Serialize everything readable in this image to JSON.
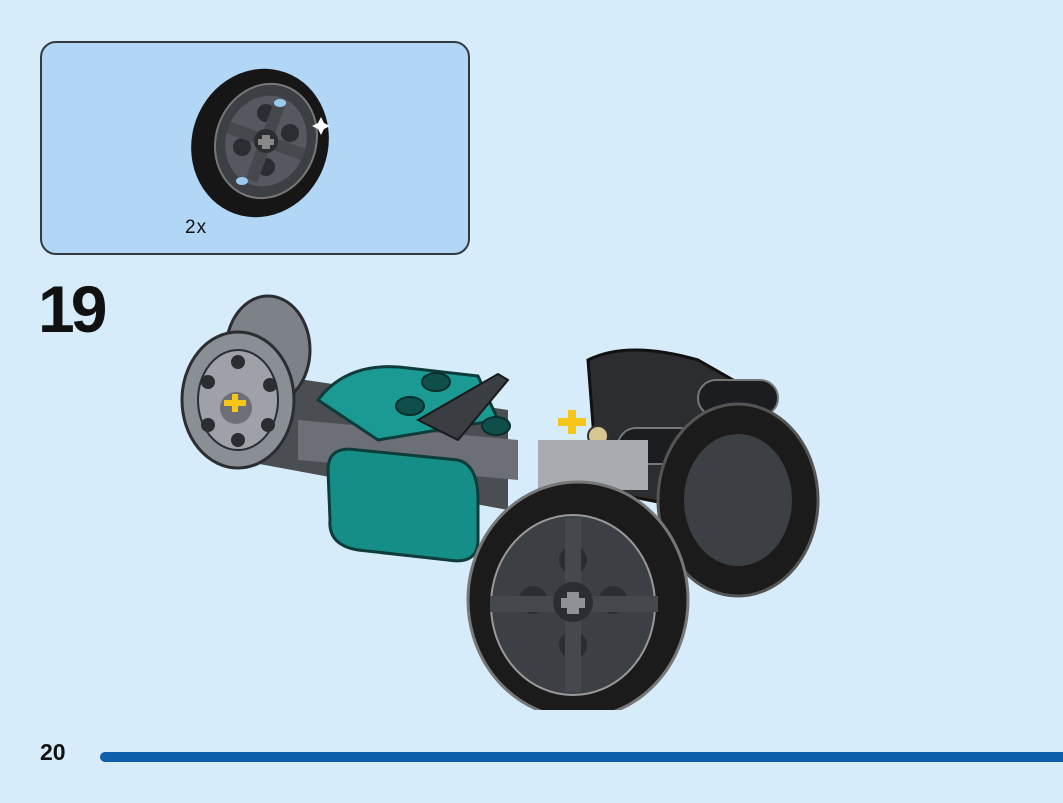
{
  "parts_callout": {
    "quantity_label": "2x",
    "part_icon": "wheel-with-black-tire-icon"
  },
  "step": {
    "number": "19"
  },
  "footer": {
    "page_number": "20"
  },
  "colors": {
    "page_background": "#d6ecfb",
    "callout_background": "#b2d6f5",
    "progress_bar": "#0d5fab",
    "teal": "#1a9a92",
    "tire": "#1b1b1b",
    "rim": "#474a4f",
    "axle_yellow": "#f5c518"
  }
}
